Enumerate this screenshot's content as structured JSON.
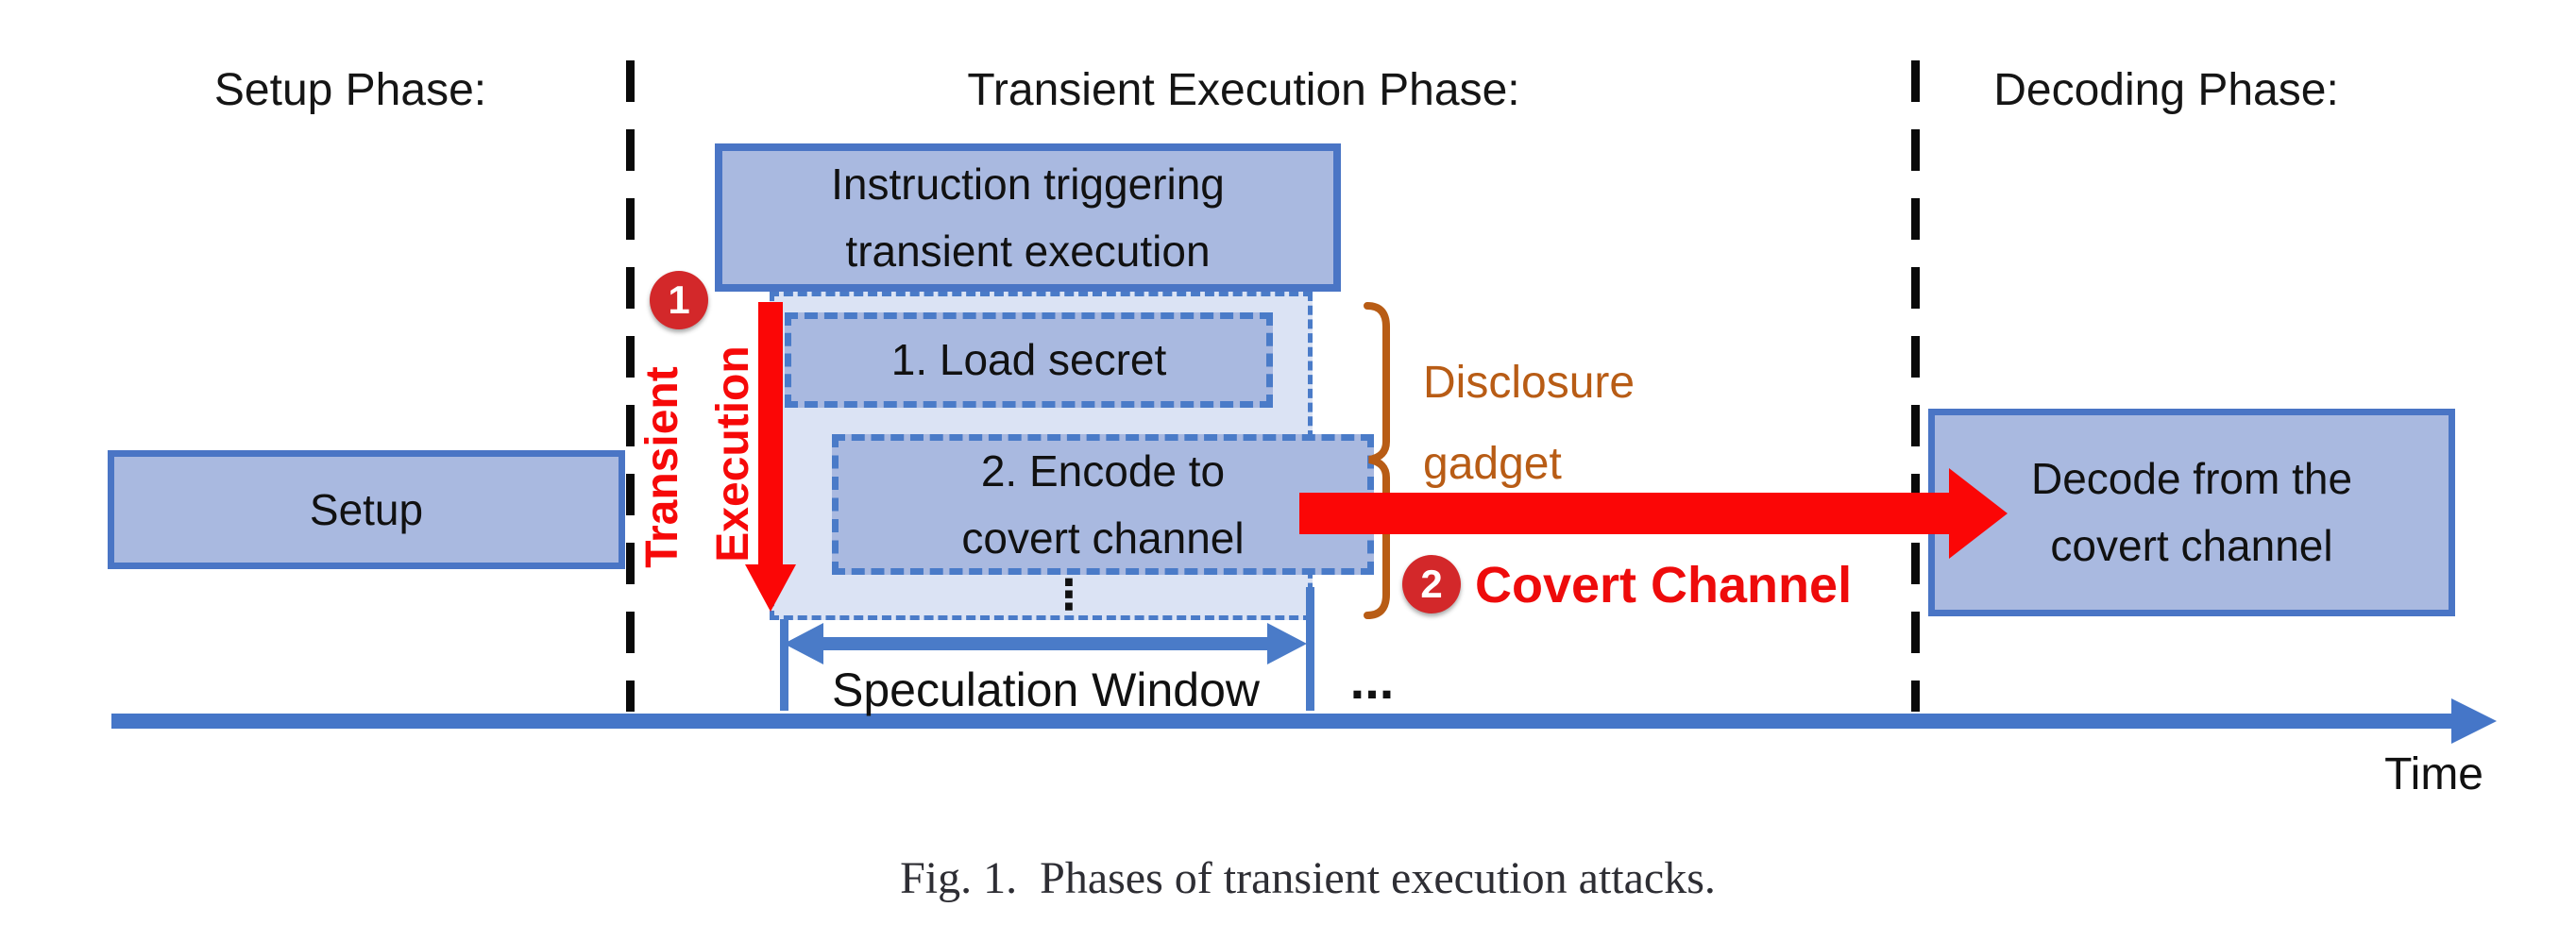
{
  "figure": {
    "caption": "Fig. 1.  Phases of transient execution attacks."
  },
  "colors": {
    "box_fill": "#a9b9e0",
    "box_border": "#4a75c5",
    "container_fill": "#dbe3f4",
    "dashed_blue": "#4a7bc8",
    "arrow_red": "#fb0606",
    "badge_red": "#d3282a",
    "covert_label_red": "#ee0b0b",
    "disclosure_orange": "#b85c15",
    "timeline_blue": "#4576c8"
  },
  "phase_labels": {
    "setup": "Setup Phase:",
    "transient_execution": "Transient Execution Phase:",
    "decoding": "Decoding Phase:"
  },
  "setup_phase": {
    "setup_box": "Setup"
  },
  "transient_phase": {
    "instruction_box_line1": "Instruction triggering",
    "instruction_box_line2": "transient execution",
    "badge1": "1",
    "transient_word": "Transient",
    "execution_word": "Execution",
    "step1_box": "1. Load secret",
    "step2_box_line1": "2. Encode to",
    "step2_box_line2": "covert channel",
    "more_steps_ellipsis": "⋮",
    "speculation_window_label": "Speculation Window",
    "after_window_ellipsis": "...",
    "disclosure_line1": "Disclosure",
    "disclosure_line2": "gadget",
    "badge2": "2",
    "covert_channel_label": "Covert Channel"
  },
  "decoding_phase": {
    "decode_box_line1": "Decode from the",
    "decode_box_line2": "covert channel"
  },
  "timeline": {
    "axis_label": "Time"
  }
}
